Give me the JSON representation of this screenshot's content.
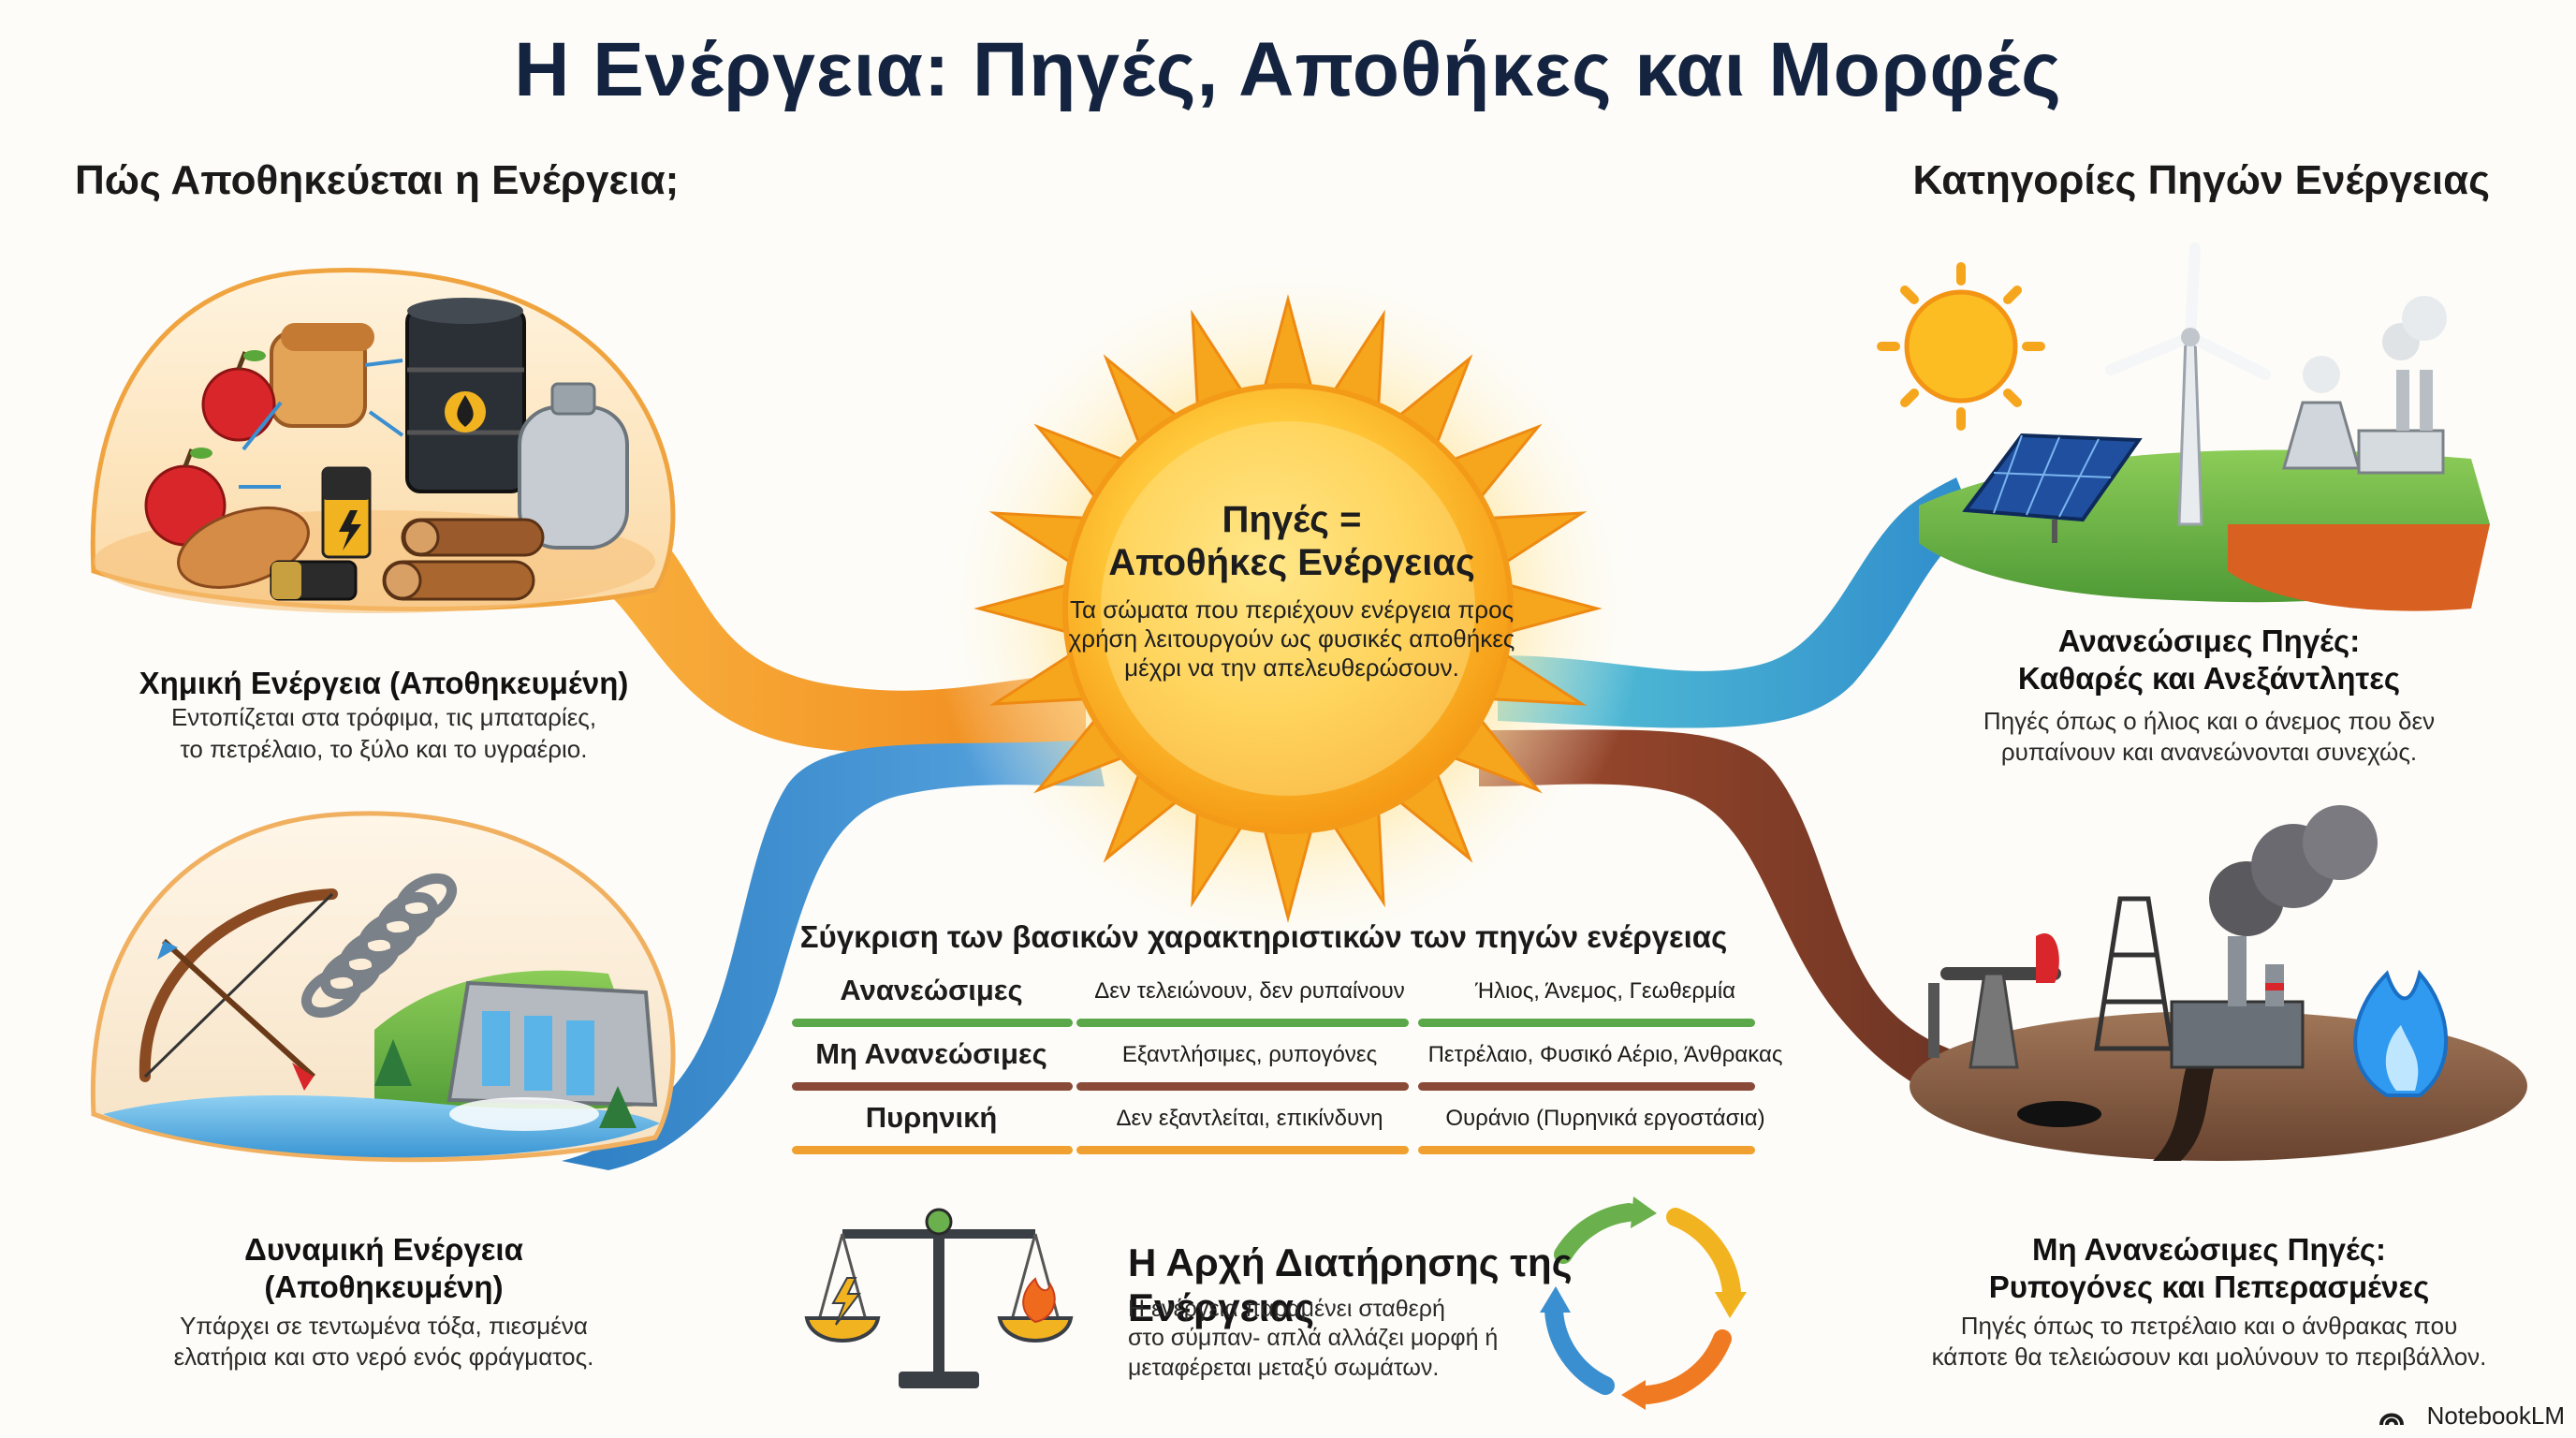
{
  "title": "Η Ενέργεια: Πηγές, Αποθήκες και Μορφές",
  "left_heading": "Πώς Αποθηκεύεται η Ενέργεια;",
  "right_heading": "Κατηγορίες Πηγών Ενέργειας",
  "center": {
    "title_line1": "Πηγές =",
    "title_line2": "Αποθήκες Ενέργειας",
    "description": "Τα σώματα που περιέχουν ενέργεια προς χρήση λειτουργούν ως φυσικές αποθήκες μέχρι να την απελευθερώσουν."
  },
  "chemical": {
    "title": "Χημική Ενέργεια (Αποθηκευμένη)",
    "description_line1": "Εντοπίζεται στα τρόφιμα, τις μπαταρίες,",
    "description_line2": "το πετρέλαιο, το ξύλο και το υγραέριο."
  },
  "potential": {
    "title_line1": "Δυναμική Ενέργεια",
    "title_line2": "(Αποθηκευμένη)",
    "description_line1": "Υπάρχει σε τεντωμένα τόξα, πιεσμένα",
    "description_line2": "ελατήρια και στο νερό ενός φράγματος."
  },
  "renewable": {
    "title_line1": "Ανανεώσιμες Πηγές:",
    "title_line2": "Καθαρές και Ανεξάντλητες",
    "description_line1": "Πηγές όπως ο ήλιος και ο άνεμος που δεν",
    "description_line2": "ρυπαίνουν και ανανεώνονται συνεχώς."
  },
  "nonrenewable": {
    "title_line1": "Μη Ανανεώσιμες Πηγές:",
    "title_line2": "Ρυπογόνες και Πεπερασμένες",
    "description_line1": "Πηγές όπως το πετρέλαιο και ο άνθρακας που",
    "description_line2": "κάποτε θα τελειώσουν και μολύνουν το περιβάλλον."
  },
  "comparison": {
    "title": "Σύγκριση των βασικών χαρακτηριστικών των πηγών ενέργειας",
    "rows": [
      {
        "name": "Ανανεώσιμες",
        "features": "Δεν τελειώνουν, δεν ρυπαίνουν",
        "examples": "Ήλιος, Άνεμος, Γεωθερμία",
        "color": "#5aa84a"
      },
      {
        "name": "Μη Ανανεώσιμες",
        "features": "Εξαντλήσιμες, ρυπογόνες",
        "examples": "Πετρέλαιο, Φυσικό Αέριο, Άνθρακας",
        "color": "#8a4a38"
      },
      {
        "name": "Πυρηνική",
        "features": "Δεν εξαντλείται, επικίνδυνη",
        "examples": "Ουράνιο (Πυρηνικά εργοστάσια)",
        "color": "#f0a030"
      }
    ]
  },
  "conservation": {
    "title": "Η Αρχή Διατήρησης της Ενέργειας",
    "description_line1": "Η ενέργεια παραμένει σταθερή",
    "description_line2": "στο σύμπαν- απλά αλλάζει μορφή ή",
    "description_line3": "μεταφέρεται μεταξύ σωμάτων."
  },
  "branding": "NotebookLM",
  "colors": {
    "title": "#142440",
    "orange_stream": "#f2982a",
    "blue_stream": "#3a8fd0",
    "teal_stream": "#42b0c8",
    "brown_stream": "#7a3a2a",
    "sun": "#f8b820"
  }
}
